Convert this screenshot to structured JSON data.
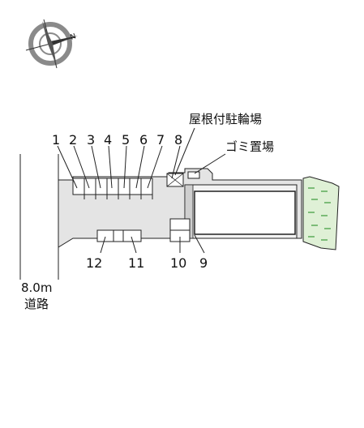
{
  "labels": {
    "roof_bicycle_parking": "屋根付駐輪場",
    "garbage_area": "ゴミ置場",
    "road_width": "8.0m",
    "road": "道路"
  },
  "spaces": {
    "s1": "1",
    "s2": "2",
    "s3": "3",
    "s4": "4",
    "s5": "5",
    "s6": "6",
    "s7": "7",
    "s8": "8",
    "s9": "9",
    "s10": "10",
    "s11": "11",
    "s12": "12"
  },
  "compass": {
    "north_label": "N"
  },
  "colors": {
    "lot": "#e4e4e4",
    "building": "#ffffff",
    "green_area": "#dff0d6",
    "green_dash": "#3a9a3a",
    "line": "#222222",
    "compass_ring": "#8a8a8a"
  }
}
